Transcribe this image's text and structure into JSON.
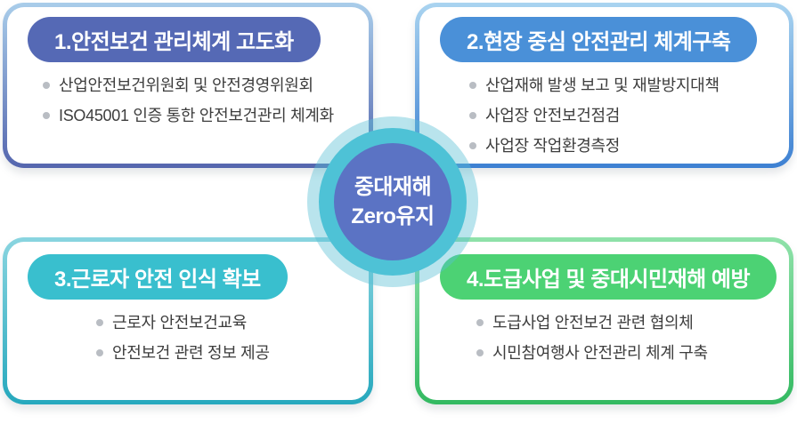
{
  "page": {
    "background": "#ffffff",
    "bullet_color": "#b9bdc3",
    "item_text_color": "#3d3d3d"
  },
  "center_badge": {
    "line1": "중대재해",
    "line2": "Zero유지",
    "text_color": "#ffffff",
    "inner_color": "#5b73c4",
    "ring_color": "#4ec2d6",
    "outer_ring_color": "rgba(88,191,212,0.42)",
    "ring_shadow_css": "0 0 0 17px #4ec2d6, 0 0 0 30px rgba(88,191,212,0.42)"
  },
  "sections": [
    {
      "number": "1",
      "title": "1.안전보건 관리체계 고도화",
      "title_bg": "#5569b5",
      "title_color": "#ffffff",
      "border_top_color": "#a9cdea",
      "border_bottom_color": "#5566ae",
      "border_gradient_css": "linear-gradient(180deg, #a9cdea 0%, #5566ae 100%)",
      "items": [
        "산업안전보건위원회 및 안전경영위원회",
        "ISO45001 인증 통한 안전보건관리 체계화"
      ]
    },
    {
      "number": "2",
      "title": "2.현장 중심 안전관리 체계구축",
      "title_bg": "#4a90d8",
      "title_color": "#ffffff",
      "border_top_color": "#aad4f0",
      "border_bottom_color": "#3d80d2",
      "border_gradient_css": "linear-gradient(180deg, #aad4f0 0%, #3d80d2 100%)",
      "items": [
        "산업재해 발생 보고 및 재발방지대책",
        "사업장 안전보건점검",
        "사업장 작업환경측정"
      ]
    },
    {
      "number": "3",
      "title": "3.근로자 안전 인식 확보",
      "title_bg": "#39bfce",
      "title_color": "#ffffff",
      "border_top_color": "#8ad5e0",
      "border_bottom_color": "#26a8bd",
      "border_gradient_css": "linear-gradient(180deg, #8ad5e0 0%, #26a8bd 100%)",
      "items": [
        "근로자 안전보건교육",
        "안전보건 관련 정보 제공"
      ]
    },
    {
      "number": "4",
      "title": "4.도급사업 및 중대시민재해 예방",
      "title_bg": "#4cd274",
      "title_color": "#ffffff",
      "border_top_color": "#90e2aa",
      "border_bottom_color": "#33b961",
      "border_gradient_css": "linear-gradient(180deg, #90e2aa 0%, #33b961 100%)",
      "items": [
        "도급사업 안전보건 관련 협의체",
        "시민참여행사 안전관리 체계 구축"
      ]
    }
  ]
}
